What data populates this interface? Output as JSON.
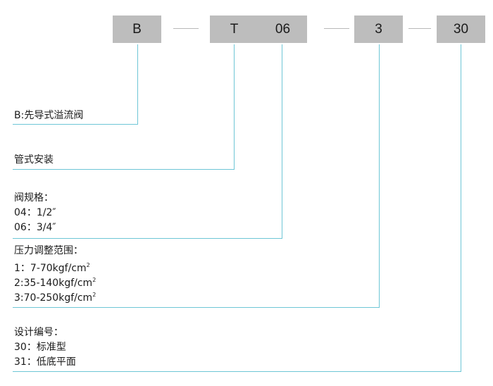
{
  "code_boxes": [
    "B",
    "T",
    "06",
    "3",
    "30"
  ],
  "sections": {
    "type": {
      "lines": [
        "B:先导式溢流阀"
      ]
    },
    "mount": {
      "lines": [
        "管式安装"
      ]
    },
    "size": {
      "title": "阀规格：",
      "lines": [
        "04：1/2″",
        "06：3/4″"
      ]
    },
    "pressure": {
      "title": "压力调整范围：",
      "lines": [
        {
          "text": "1：7-70kgf/cm",
          "sup": "2"
        },
        {
          "text": "2:35-140kgf/cm",
          "sup": "2"
        },
        {
          "text": "3:70-250kgf/cm",
          "sup": "2"
        }
      ]
    },
    "design": {
      "title": "设计编号：",
      "lines": [
        "30：标准型",
        "31：低底平面"
      ]
    }
  },
  "colors": {
    "box": "#bdbdbd",
    "leader": "#6ec6d6",
    "separator": "#b8b8b8"
  }
}
